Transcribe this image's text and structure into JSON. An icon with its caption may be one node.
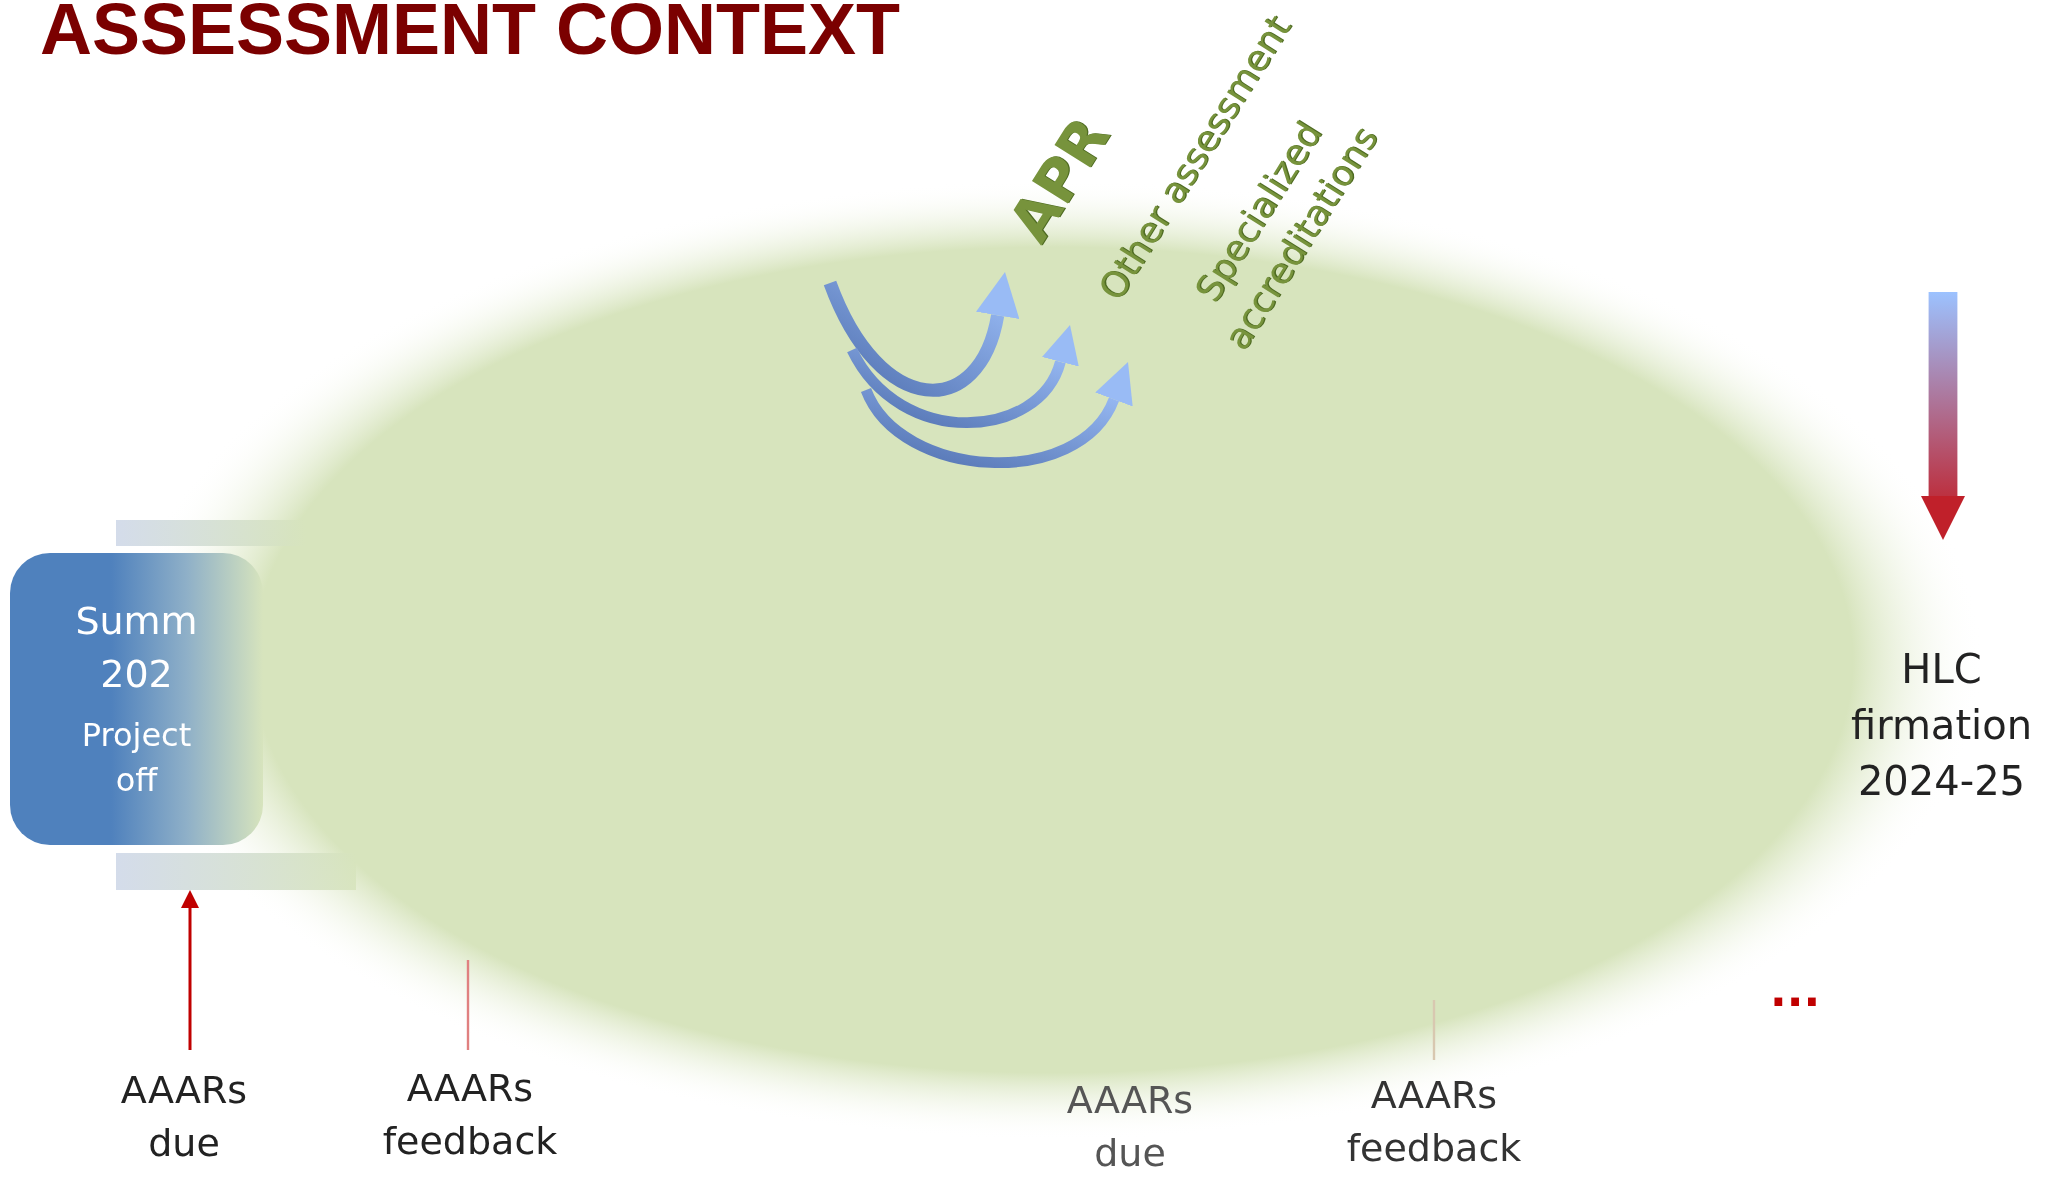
{
  "diagram": {
    "title": "ASSESSMENT CONTEXT",
    "nodes": [
      {
        "text": [],
        "shape": "bar"
      },
      {
        "text": [
          "Summ 202",
          "Project off"
        ]
      },
      {
        "text": [],
        "shape": "bar"
      },
      {
        "text": [
          "APR"
        ]
      },
      {
        "text": [
          "Other assessment"
        ]
      },
      {
        "text": [
          "Specialized accreditations"
        ]
      },
      {
        "text": [
          "HLC firmation 2024-25"
        ]
      },
      {
        "text": [
          "AAARs due"
        ]
      },
      {
        "text": [
          "AAARs feedback"
        ]
      },
      {
        "text": [
          "AAARs due"
        ]
      },
      {
        "text": [
          "AAARs feedback"
        ]
      }
    ],
    "edges": [
      {
        "from": null,
        "to": 3,
        "arrow": "to"
      },
      {
        "from": null,
        "to": 4,
        "arrow": "to"
      },
      {
        "from": null,
        "to": 5,
        "arrow": "to"
      },
      {
        "from": null,
        "to": 6,
        "arrow": "to",
        "style": "thick"
      },
      {
        "from": 7,
        "to": 2,
        "arrow": "to",
        "color": "#c00000"
      },
      {
        "from": 8,
        "to": null,
        "arrow": "none",
        "color": "#e08080"
      },
      {
        "from": 10,
        "to": null,
        "arrow": "none",
        "color": "#d8c8b0"
      }
    ],
    "labels": [
      "..."
    ]
  }
}
